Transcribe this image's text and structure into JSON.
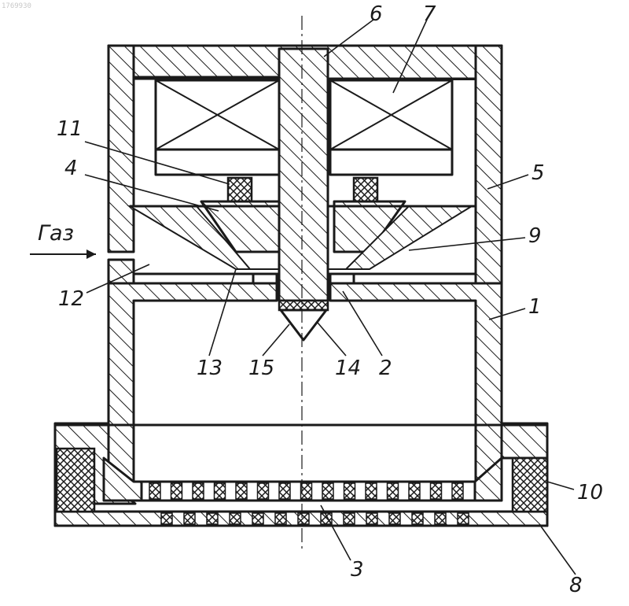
{
  "stamp": "1769930",
  "gas_label": "Газ",
  "labels": {
    "n1": "1",
    "n2": "2",
    "n3": "3",
    "n4": "4",
    "n5": "5",
    "n6": "6",
    "n7": "7",
    "n8": "8",
    "n9": "9",
    "n10": "10",
    "n11": "11",
    "n12": "12",
    "n13": "13",
    "n14": "14",
    "n15": "15"
  }
}
